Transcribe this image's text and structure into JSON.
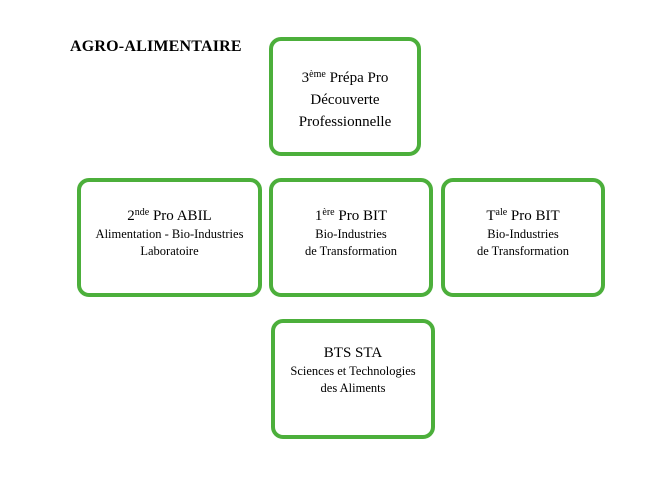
{
  "heading": "AGRO-ALIMENTAIRE",
  "border_color": "#4caf3b",
  "boxes": {
    "prepa": {
      "title_main": "3",
      "title_sup": "ème",
      "title_rest": " Prépa Pro",
      "line2": "Découverte",
      "line3": "Professionnelle"
    },
    "abil": {
      "title_main": "2",
      "title_sup": "nde",
      "title_rest": " Pro ABIL",
      "line2": "Alimentation - Bio-Industries",
      "line3": "Laboratoire"
    },
    "bit1": {
      "title_main": "1",
      "title_sup": "ère",
      "title_rest": " Pro BIT",
      "line2": "Bio-Industries",
      "line3": "de Transformation"
    },
    "bitt": {
      "title_main": "T",
      "title_sup": "ale",
      "title_rest": " Pro BIT",
      "line2": "Bio-Industries",
      "line3": "de Transformation"
    },
    "bts": {
      "title": "BTS STA",
      "line2": "Sciences et Technologies",
      "line3": "des Aliments"
    }
  }
}
